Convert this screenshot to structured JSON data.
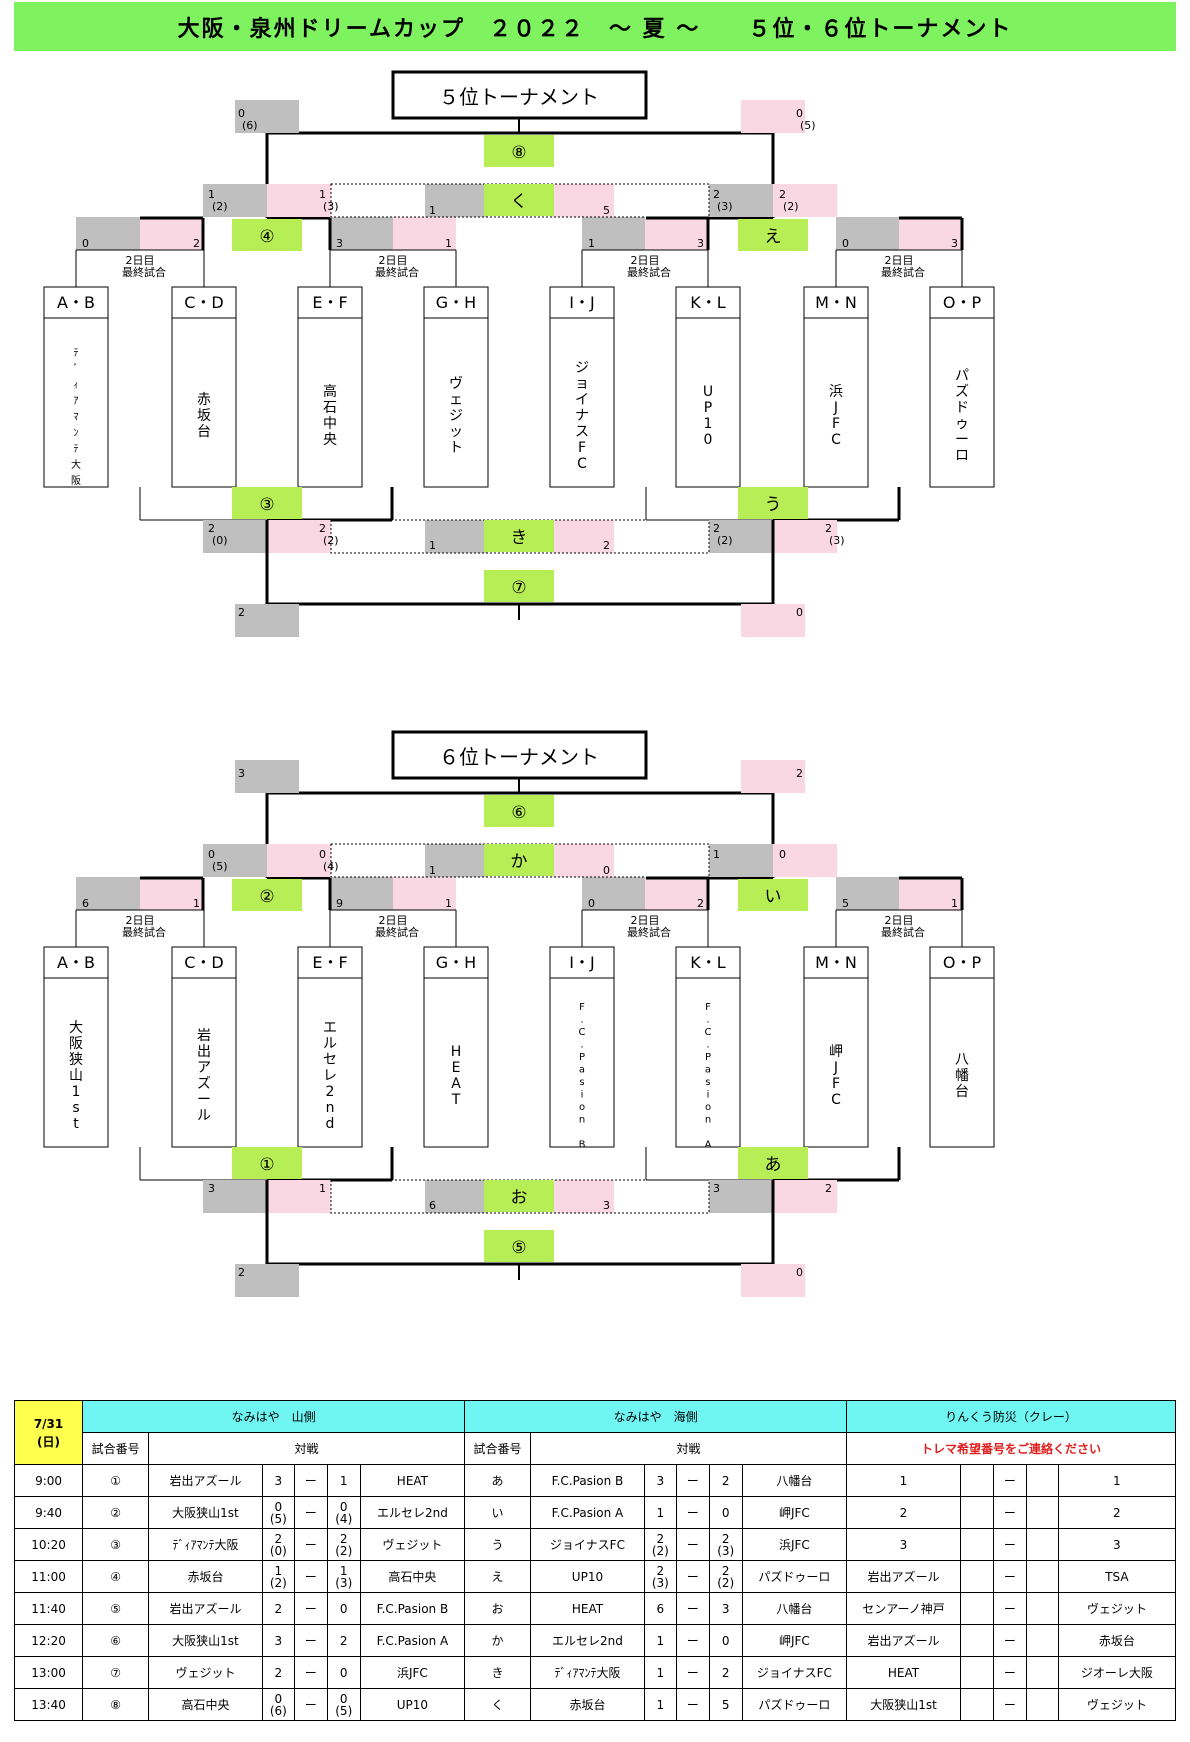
{
  "header": {
    "title": "大阪・泉州ドリームカップ　２０２２　～ 夏 ～　　５位・６位トーナメント"
  },
  "tournaments": [
    {
      "title": "５位トーナメント",
      "pairs": [
        "A・B",
        "C・D",
        "E・F",
        "G・H",
        "I・J",
        "K・L",
        "M・N",
        "O・P"
      ],
      "teams": [
        "ﾃﾞｨｱﾏﾝﾃ大阪",
        "赤坂台",
        "高石中央",
        "ヴェジット",
        "ジョイナスFC",
        "UP10",
        "浜JFC",
        "パズドゥーロ"
      ],
      "final_label": "2日目\n最終試合",
      "r1_scores": [
        "0",
        "2",
        "3",
        "1",
        "1",
        "3",
        "0",
        "3"
      ],
      "top_left_game": "④",
      "top_right_game": "え",
      "bot_left_game": "③",
      "bot_right_game": "う",
      "top_final_game": "⑧",
      "top_mid_game": "く",
      "bot_mid_game": "き",
      "bot_final_game": "⑦",
      "semi_top_scores": [
        "1\n(2)",
        "1\n(3)",
        "2\n(3)",
        "2\n(2)"
      ],
      "semi_top_mid_scores": [
        "1",
        "5"
      ],
      "final_top_scores": [
        "0\n(6)",
        "0\n(5)"
      ],
      "semi_bot_scores": [
        "2\n(0)",
        "2\n(2)",
        "2\n(2)",
        "2\n(3)"
      ],
      "semi_bot_mid_scores": [
        "1",
        "2"
      ],
      "final_bot_scores": [
        "2",
        "0"
      ]
    },
    {
      "title": "６位トーナメント",
      "pairs": [
        "A・B",
        "C・D",
        "E・F",
        "G・H",
        "I・J",
        "K・L",
        "M・N",
        "O・P"
      ],
      "teams": [
        "大阪狭山1st",
        "岩出アズール",
        "エルセレ2nd",
        "HEAT",
        "F.C.Pasion B",
        "F.C.Pasion A",
        "岬JFC",
        "八幡台"
      ],
      "final_label": "2日目\n最終試合",
      "r1_scores": [
        "6",
        "1",
        "9",
        "1",
        "0",
        "2",
        "5",
        "1"
      ],
      "top_left_game": "②",
      "top_right_game": "い",
      "bot_left_game": "①",
      "bot_right_game": "あ",
      "top_final_game": "⑥",
      "top_mid_game": "か",
      "bot_mid_game": "お",
      "bot_final_game": "⑤",
      "semi_top_scores": [
        "0\n(5)",
        "0\n(4)",
        "1",
        "0"
      ],
      "semi_top_mid_scores": [
        "1",
        "0"
      ],
      "final_top_scores": [
        "3",
        "2"
      ],
      "semi_bot_scores": [
        "3",
        "1",
        "3",
        "2"
      ],
      "semi_bot_mid_scores": [
        "6",
        "3"
      ],
      "final_bot_scores": [
        "2",
        "0"
      ]
    }
  ],
  "schedule": {
    "date": "7/31\n(日)",
    "venues": [
      "なみはや　山側",
      "なみはや　海側",
      "りんくう防災（クレー）"
    ],
    "col_match_no": "試合番号",
    "col_match": "対戦",
    "note": "トレマ希望番号をご連絡ください",
    "rows": [
      {
        "time": "9:00",
        "n1": "①",
        "a1": "岩出アズール",
        "s1a": "3",
        "s1b": "1",
        "b1": "HEAT",
        "n2": "あ",
        "a2": "F.C.Pasion B",
        "s2a": "3",
        "s2b": "2",
        "b2": "八幡台",
        "a3": "1",
        "b3": "1"
      },
      {
        "time": "9:40",
        "n1": "②",
        "a1": "大阪狭山1st",
        "s1a": "0\n(5)",
        "s1b": "0\n(4)",
        "b1": "エルセレ2nd",
        "n2": "い",
        "a2": "F.C.Pasion A",
        "s2a": "1",
        "s2b": "0",
        "b2": "岬JFC",
        "a3": "2",
        "b3": "2"
      },
      {
        "time": "10:20",
        "n1": "③",
        "a1": "ﾃﾞｨｱﾏﾝﾃ大阪",
        "s1a": "2\n(0)",
        "s1b": "2\n(2)",
        "b1": "ヴェジット",
        "n2": "う",
        "a2": "ジョイナスFC",
        "s2a": "2\n(2)",
        "s2b": "2\n(3)",
        "b2": "浜JFC",
        "a3": "3",
        "b3": "3"
      },
      {
        "time": "11:00",
        "n1": "④",
        "a1": "赤坂台",
        "s1a": "1\n(2)",
        "s1b": "1\n(3)",
        "b1": "高石中央",
        "n2": "え",
        "a2": "UP10",
        "s2a": "2\n(3)",
        "s2b": "2\n(2)",
        "b2": "パズドゥーロ",
        "a3": "岩出アズール",
        "b3": "TSA"
      },
      {
        "time": "11:40",
        "n1": "⑤",
        "a1": "岩出アズール",
        "s1a": "2",
        "s1b": "0",
        "b1": "F.C.Pasion B",
        "n2": "お",
        "a2": "HEAT",
        "s2a": "6",
        "s2b": "3",
        "b2": "八幡台",
        "a3": "センアーノ神戸",
        "b3": "ヴェジット"
      },
      {
        "time": "12:20",
        "n1": "⑥",
        "a1": "大阪狭山1st",
        "s1a": "3",
        "s1b": "2",
        "b1": "F.C.Pasion A",
        "n2": "か",
        "a2": "エルセレ2nd",
        "s2a": "1",
        "s2b": "0",
        "b2": "岬JFC",
        "a3": "岩出アズール",
        "b3": "赤坂台"
      },
      {
        "time": "13:00",
        "n1": "⑦",
        "a1": "ヴェジット",
        "s1a": "2",
        "s1b": "0",
        "b1": "浜JFC",
        "n2": "き",
        "a2": "ﾃﾞｨｱﾏﾝﾃ大阪",
        "s2a": "1",
        "s2b": "2",
        "b2": "ジョイナスFC",
        "a3": "HEAT",
        "b3": "ジオーレ大阪"
      },
      {
        "time": "13:40",
        "n1": "⑧",
        "a1": "高石中央",
        "s1a": "0\n(6)",
        "s1b": "0\n(5)",
        "b1": "UP10",
        "n2": "く",
        "a2": "赤坂台",
        "s2a": "1",
        "s2b": "5",
        "b2": "パズドゥーロ",
        "a3": "大阪狭山1st",
        "b3": "ヴェジット"
      }
    ],
    "dash": "ー"
  },
  "colors": {
    "header_bg": "#7ef25f",
    "game_box": "#b8ee55",
    "score_gray": "#bfbfbf",
    "score_pink": "#f9d8e3",
    "date_bg": "#ffff4d",
    "venue_bg": "#6ff5f2",
    "note_red": "#e0201e"
  }
}
